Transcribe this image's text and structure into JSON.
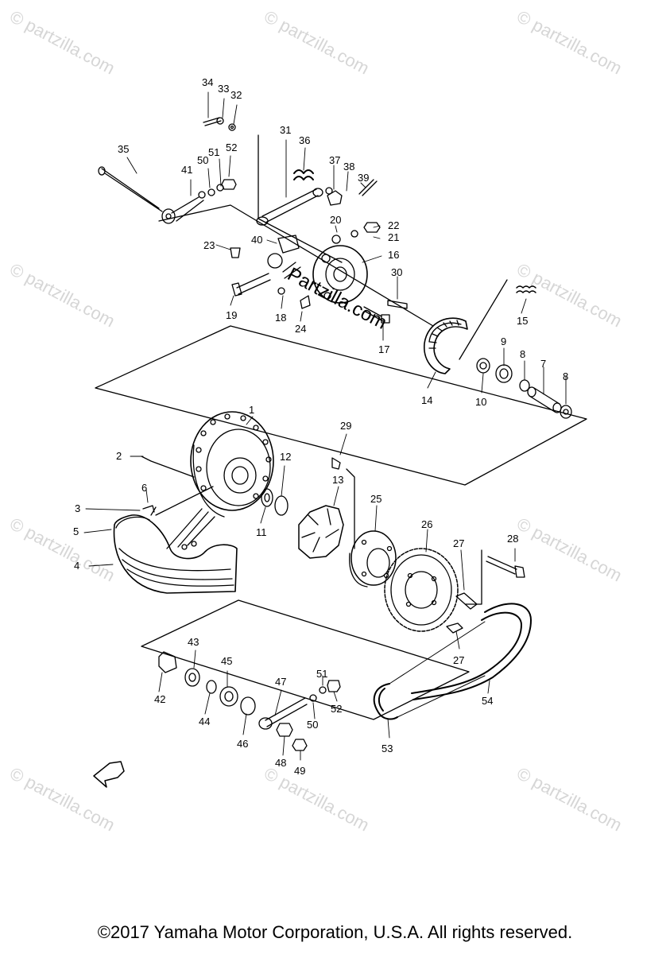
{
  "watermark": "© partzilla.com",
  "center_watermark": "Partzilla.com",
  "fwd_label": "FWD",
  "copyright": "©2017 Yamaha Motor Corporation, U.S.A. All rights reserved.",
  "callouts": [
    "1",
    "2",
    "3",
    "4",
    "5",
    "6",
    "7",
    "8",
    "8",
    "9",
    "10",
    "11",
    "12",
    "13",
    "14",
    "15",
    "16",
    "17",
    "18",
    "19",
    "20",
    "21",
    "22",
    "23",
    "24",
    "25",
    "26",
    "27",
    "27",
    "28",
    "29",
    "30",
    "31",
    "32",
    "33",
    "34",
    "35",
    "36",
    "37",
    "38",
    "39",
    "40",
    "41",
    "42",
    "43",
    "44",
    "45",
    "46",
    "47",
    "48",
    "49",
    "50",
    "50",
    "51",
    "51",
    "52",
    "52",
    "53",
    "54"
  ]
}
